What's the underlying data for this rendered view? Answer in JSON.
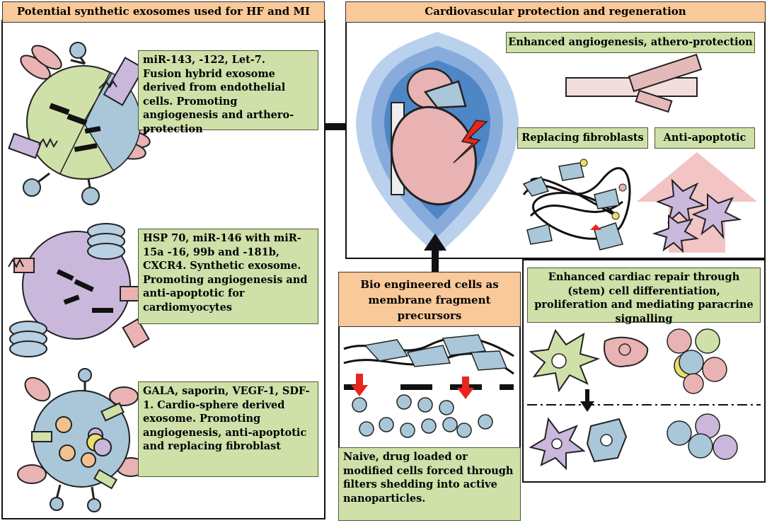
{
  "left_panel": {
    "title": "Potential synthetic exosomes used for HF and MI",
    "exosome_1": "miR-143, -122, Let-7.\nFusion hybrid exosome derived from endothelial cells. Promoting angiogenesis and arthero-protection",
    "exosome_2": "HSP 70, miR-146 with miR-15a -16, 99b and -181b, CXCR4. Synthetic exosome. Promoting angiogenesis and anti-apoptotic for cardiomyocytes",
    "exosome_3": "GALA, saporin, VEGF-1, SDF-1. Cardio-sphere derived exosome. Promoting angiogenesis, anti-apoptotic and replacing fibroblast"
  },
  "right_panel": {
    "title": "Cardiovascular protection and regeneration",
    "angiogenesis_label": "Enhanced angiogenesis, athero-protection",
    "fibroblasts_label": "Replacing fibroblasts",
    "apoptotic_label": "Anti-apoptotic",
    "repair_label": "Enhanced cardiac repair through (stem) cell differentiation, proliferation and mediating paracrine signalling"
  },
  "bottom_panel": {
    "title": "Bio engineered cells as membrane fragment precursors",
    "description": "Naive, drug loaded or modified cells forced through filters shedding into active nanoparticles."
  },
  "colors": {
    "header_fill": "#f9c99a",
    "note_fill": "#cfe0a9",
    "arrow_red": "#e8261c",
    "shield_blue": "#4f86c6",
    "cell_blue": "#a9c7d9",
    "cell_purple": "#c9b8dc",
    "cell_pink": "#e9b3b3",
    "cell_green": "#cfe0a9"
  },
  "icons": [
    "heart-icon",
    "lightning-icon",
    "blood-vessel-icon",
    "exosome-icon",
    "fibroblast-icon",
    "stem-cell-icon",
    "arrow-icon"
  ]
}
